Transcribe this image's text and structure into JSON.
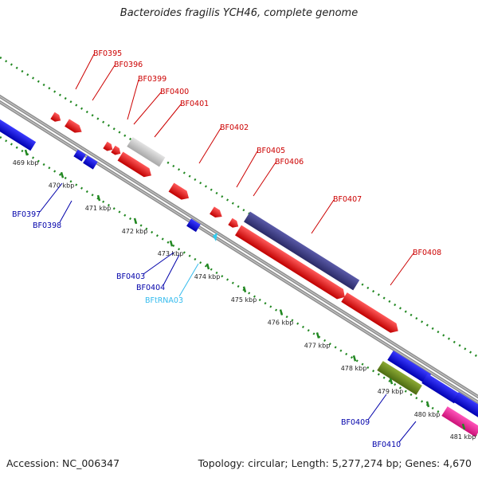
{
  "title": "Bacteroides fragilis YCH46, complete genome",
  "footer": {
    "accession": "Accession: NC_006347",
    "summary": "Topology: circular; Length: 5,277,274 bp; Genes: 4,670"
  },
  "colors": {
    "forward_cds": "#ff0000",
    "reverse_cds": "#0000ff",
    "trna": "#33ccee",
    "pseudo_gene": "#c8c8c8",
    "purple_feature": "#3f3f88",
    "olive_feature": "#6b8a1f",
    "magenta_feature": "#ff2299",
    "forward_label": "#cc0000",
    "reverse_label": "#0000aa",
    "trna_label": "#33bbee",
    "tick_marks": "#228822",
    "backbone": "#888888"
  },
  "scale": {
    "unit": "kbp",
    "ticks": [
      "469 kbp",
      "470 kbp",
      "471 kbp",
      "472 kbp",
      "473 kbp",
      "474 kbp",
      "475 kbp",
      "476 kbp",
      "477 kbp",
      "478 kbp",
      "479 kbp",
      "480 kbp",
      "481 kbp"
    ]
  },
  "upper_labels": [
    {
      "name": "BF0395"
    },
    {
      "name": "BF0396"
    },
    {
      "name": "BF0399"
    },
    {
      "name": "BF0400"
    },
    {
      "name": "BF0401"
    },
    {
      "name": "BF0402"
    },
    {
      "name": "BF0405"
    },
    {
      "name": "BF0406"
    },
    {
      "name": "BF0407"
    },
    {
      "name": "BF0408"
    }
  ],
  "lower_labels": [
    {
      "name": "BF0397"
    },
    {
      "name": "BF0398"
    },
    {
      "name": "BF0403"
    },
    {
      "name": "BF0404"
    },
    {
      "name": "BFtRNA03"
    },
    {
      "name": "BF0409"
    },
    {
      "name": "BF0410"
    }
  ]
}
